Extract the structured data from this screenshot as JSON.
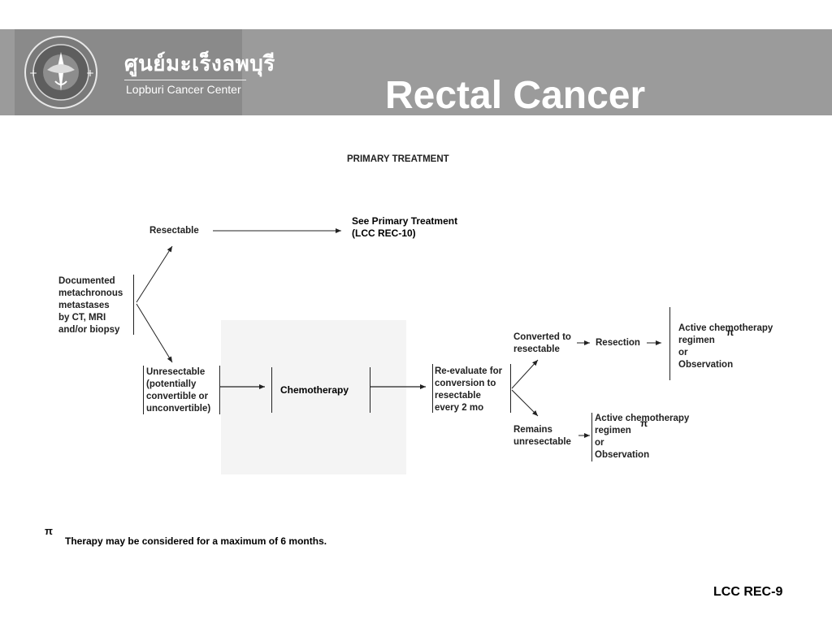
{
  "header": {
    "logo_thai": "ศูนย์มะเร็งลพบุรี",
    "logo_en": "Lopburi Cancer Center",
    "title": "Rectal Cancer"
  },
  "section_title": "PRIMARY TREATMENT",
  "nodes": {
    "documented": [
      "Documented",
      "metachronous",
      "metastases",
      "by CT, MRI",
      "and/or biopsy"
    ],
    "resectable": "Resectable",
    "see_primary": [
      "See Primary Treatment",
      "(LCC REC-10)"
    ],
    "unresectable": [
      "Unresectable",
      "(potentially",
      "convertible  or",
      "unconvertible)"
    ],
    "chemotherapy": "Chemotherapy",
    "reevaluate": [
      "Re-evaluate for",
      "conversion to",
      "resectable",
      "every 2 mo"
    ],
    "converted": [
      "Converted to",
      "resectable"
    ],
    "resection": "Resection",
    "active_top": [
      "Active chemotherapy",
      "regimen",
      "or",
      "Observation"
    ],
    "remains": [
      "Remains",
      "unresectable"
    ],
    "active_bottom": [
      "Active chemotherapy",
      "regimen",
      "or",
      "Observation"
    ]
  },
  "pi_symbol": "π",
  "footnote": {
    "symbol": "π",
    "text": "Therapy may be considered for a maximum of 6 months."
  },
  "page_code": "LCC REC-9"
}
